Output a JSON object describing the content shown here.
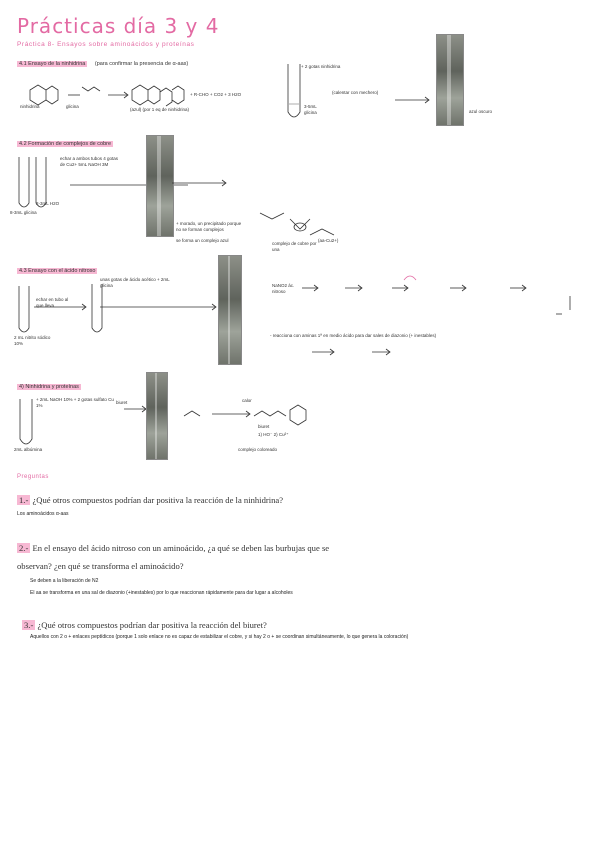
{
  "title": "Prácticas día 3 y 4",
  "subtitle": "Práctica 8- Ensayos sobre aminoácidos y proteínas",
  "sections": [
    {
      "label": "4.1 Ensayo de la ninhidrina",
      "note": "(para confirmar la presencia de α-aas)"
    },
    {
      "label": "4.2 Formación de complejos de cobre"
    },
    {
      "label": "4.3 Ensayo con el ácido nitroso"
    },
    {
      "label": "4) Ninhidrina y proteínas"
    }
  ],
  "ninhidrina": {
    "reagents": [
      "ninhidrina",
      "glicina"
    ],
    "products": "+ R-CHO + CO2 + 3 H2O",
    "note_product": "(azul) (por 1 eq de ninhidrina)",
    "tube_label": "+ 2 gotas ninhidrina",
    "tube_note": "(calentar con mechero)",
    "tube_bottom": "3-5mL glicina",
    "photo_caption": "azul oscuro"
  },
  "cobre": {
    "steps": "echar a ambos tubos 4 gotas de Cu2+ 5mL NaOH 3M",
    "tube_left": "8-3mL glicina",
    "tube_right": "2-3mL H2O",
    "note1": "+ morado, un precipitado porque no se forman complejos",
    "note2": "se forma un complejo azul",
    "complex_label": "complejo de cobre por una",
    "complex_formula": "(aa-Cu2+)"
  },
  "nitroso": {
    "tube_top": "unas gotas de ácido acético + 2mL glicina",
    "tube_note": "echar en tubo al que lleva",
    "tube_bottom": "2 mL nitrito sódico 10%",
    "reaction_start": "NaNO2 ác. nitroso",
    "reaction_text": "- reacciona con aminas 1ª en medio ácido para dar sales de diazonio (+ inestables)"
  },
  "biuret": {
    "tube_top": "+ 2mL NaOH 10% + 2 gotas sulfato Cu 1%",
    "side_label": "biuret",
    "tube_bottom": "2mL albúmina",
    "heat": "calor",
    "product": "biuret",
    "steps": "1) HO⁻ 2) Cu²⁺",
    "result": "complejo coloreado"
  },
  "preguntas_head": "Preguntas",
  "questions": [
    {
      "num": "1.-",
      "text": "¿Qué otros compuestos podrían dar positiva la reacción de la ninhidrina?",
      "answer": "Los aminoácidos α-aas"
    },
    {
      "num": "2.-",
      "text": "En el ensayo del ácido nitroso con un aminoácido, ¿a qué se deben las burbujas que se",
      "text2": "observan? ¿en qué se transforma el aminoácido?",
      "answer": "Se deben a la liberación de N2",
      "answer2": "El aa se transforma en una sal de diazonio (+inestables) por lo que reaccionan rápidamente para dar lugar a alcoholes"
    },
    {
      "num": "3.-",
      "text": "¿Qué otros compuestos podrían dar positiva la reacción del biuret?",
      "answer": "Aquellos con 2 o + enlaces peptídicos (porque 1 solo enlace no es capaz de estabilizar el cobre, y si hay 2 o + se coordinan simultáneamente, lo que genera la coloración)"
    }
  ]
}
